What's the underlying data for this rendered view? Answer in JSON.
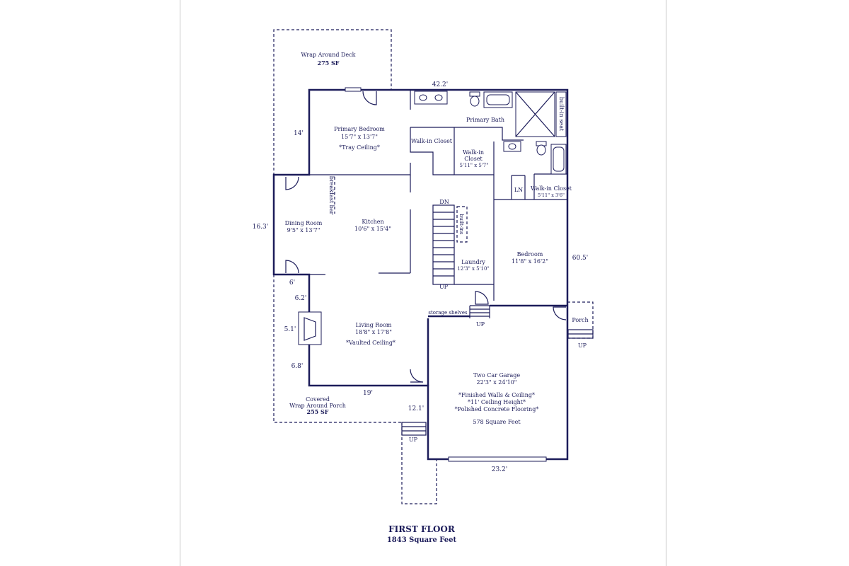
{
  "plan": {
    "title": "FIRST FLOOR",
    "subtitle": "1843 Square Feet"
  },
  "rooms": {
    "deck": {
      "name": "Wrap Around Deck",
      "area": "275 SF"
    },
    "primary_bedroom": {
      "name": "Primary Bedroom",
      "size": "15'7\" x 13'7\"",
      "note": "*Tray Ceiling*"
    },
    "primary_bath": {
      "name": "Primary Bath"
    },
    "built_in_seat": {
      "name": "built-in seat"
    },
    "walk_in_closet_1": {
      "name": "Walk-in Closet"
    },
    "walk_in_closet_2": {
      "name_line1": "Walk-in",
      "name_line2": "Closet",
      "size": "5'11\" x 5'7\""
    },
    "linen": {
      "name": "LN"
    },
    "walk_in_closet_3": {
      "name": "Walk-in Closet",
      "size": "5'11\" x 3'6\""
    },
    "breakfast_bar": {
      "name": "breakfast bar"
    },
    "dining": {
      "name": "Dining Room",
      "size": "9'5\" x 13'7\""
    },
    "kitchen": {
      "name": "Kitchen",
      "size": "10'6\" x 15'4\""
    },
    "built_ins": {
      "name": "built-ins"
    },
    "laundry": {
      "name": "Laundry",
      "size": "12'3\" x 5'10\""
    },
    "bedroom": {
      "name": "Bedroom",
      "size": "11'8\" x 16'2\""
    },
    "storage": {
      "name": "storage shelves"
    },
    "living": {
      "name": "Living Room",
      "size": "18'8\" x 17'8\"",
      "note": "*Vaulted Ceiling*"
    },
    "porch_small": {
      "name": "Porch"
    },
    "porch_covered": {
      "name_line1": "Covered",
      "name_line2": "Wrap Around Porch",
      "area": "255 SF"
    },
    "garage": {
      "name": "Two Car Garage",
      "size": "22'3\" x 24'10\"",
      "note1": "*Finished Walls & Ceiling*",
      "note2": "*11' Ceiling Height*",
      "note3": "*Polished Concrete Flooring*",
      "area": "578 Square Feet"
    }
  },
  "stairs": {
    "down": "DN",
    "up": "UP"
  },
  "dimensions": {
    "top": "42.2'",
    "deck_side": "14'",
    "left": "16.3'",
    "porch_a": "6'",
    "porch_b": "6.2'",
    "porch_c": "5.1'",
    "porch_d": "6.8'",
    "porch_bottom": "19'",
    "porch_right": "12.1'",
    "garage_bottom": "23.2'",
    "right": "60.5'"
  },
  "colors": {
    "ink": "#1c1c5a",
    "paper_border": "#c8c8c8"
  }
}
